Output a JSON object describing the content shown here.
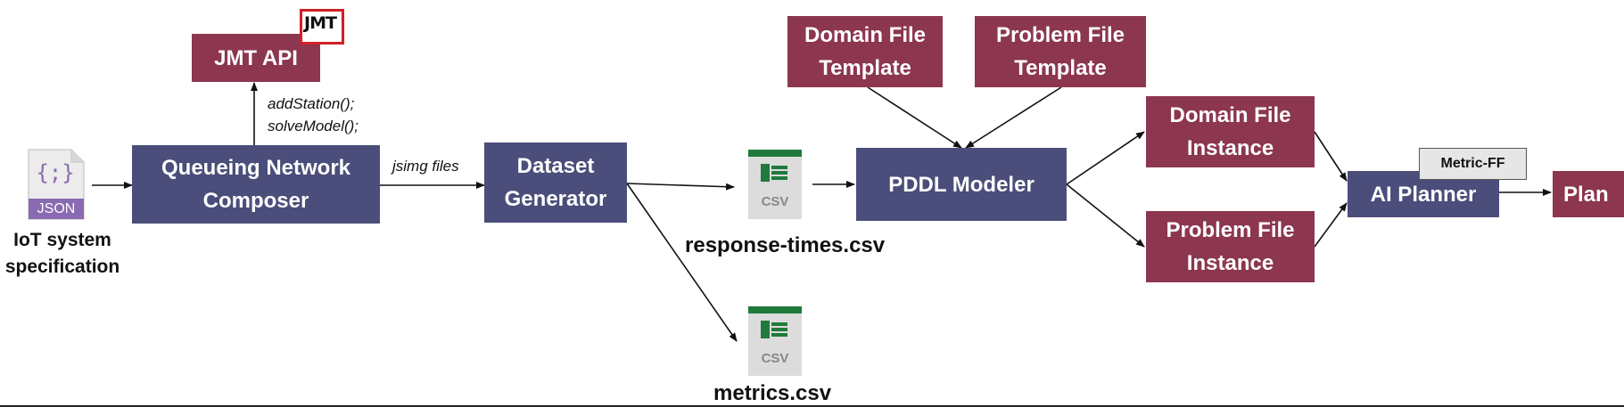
{
  "nodes": {
    "jmt_api": "JMT  API",
    "queueing_composer": "Queueing Network\nComposer",
    "dataset_generator": "Dataset\nGenerator",
    "domain_template": "Domain File\nTemplate",
    "problem_template": "Problem File\nTemplate",
    "pddl_modeler": "PDDL Modeler",
    "domain_instance": "Domain File\nInstance",
    "problem_instance": "Problem File\nInstance",
    "ai_planner": "AI Planner",
    "metric_ff": "Metric-FF",
    "plan": "Plan"
  },
  "inputs": {
    "json_label": "JSON",
    "json_glyph": "{;}",
    "iot_spec": "IoT system\nspecification"
  },
  "api_calls": {
    "add_station": "addStation();",
    "solve_model": "solveModel();"
  },
  "edges": {
    "jsimg_files": "jsimg files"
  },
  "files": {
    "csv_glyph": "CSV",
    "response_times": "response-times.csv",
    "metrics": "metrics.csv"
  },
  "logo": {
    "text": "JMT"
  },
  "colors": {
    "navy": "#4b4e7a",
    "wine": "#8c3650",
    "excel_green": "#1f7a3c",
    "json_purple": "#8a6ab0"
  }
}
